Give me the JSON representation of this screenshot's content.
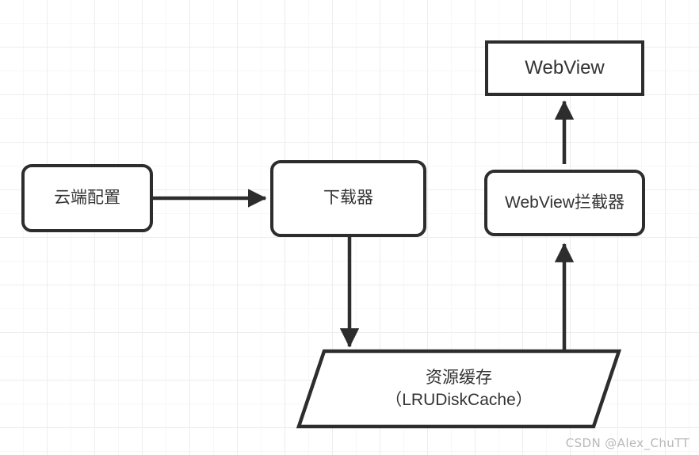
{
  "diagram": {
    "type": "flowchart",
    "background": "#ffffff",
    "grid_color": "#ededed",
    "stroke_color": "#2d2d2d",
    "text_color": "#333333",
    "nodes": [
      {
        "id": "cloud-config",
        "label": "云端配置",
        "shape": "rounded-rectangle"
      },
      {
        "id": "downloader",
        "label": "下载器",
        "shape": "rounded-rectangle"
      },
      {
        "id": "webview",
        "label": "WebView",
        "shape": "rectangle"
      },
      {
        "id": "webview-interceptor",
        "label": "WebView拦截器",
        "shape": "rounded-rectangle"
      },
      {
        "id": "resource-cache",
        "label": "资源缓存\n（LRUDiskCache）",
        "shape": "parallelogram"
      }
    ],
    "edges": [
      {
        "from": "cloud-config",
        "to": "downloader",
        "direction": "right"
      },
      {
        "from": "downloader",
        "to": "resource-cache",
        "direction": "down"
      },
      {
        "from": "resource-cache",
        "to": "webview-interceptor",
        "direction": "up"
      },
      {
        "from": "webview-interceptor",
        "to": "webview",
        "direction": "up"
      }
    ]
  },
  "watermark": {
    "text": "CSDN @Alex_ChuTT",
    "color": "#b8b8b8"
  }
}
